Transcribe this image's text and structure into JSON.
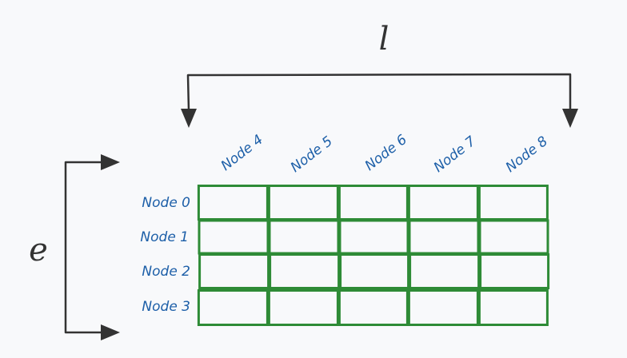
{
  "diagram": {
    "l_label": "l",
    "e_label": "e",
    "row_labels": [
      "Node 0",
      "Node 1",
      "Node 2",
      "Node 3"
    ],
    "column_labels": [
      "Node 4",
      "Node 5",
      "Node 6",
      "Node 7",
      "Node 8"
    ]
  },
  "colors": {
    "background": "#f8f9fb",
    "arrow": "#333333",
    "grid": "#2e8b36",
    "node_text": "#1d5fa8"
  }
}
